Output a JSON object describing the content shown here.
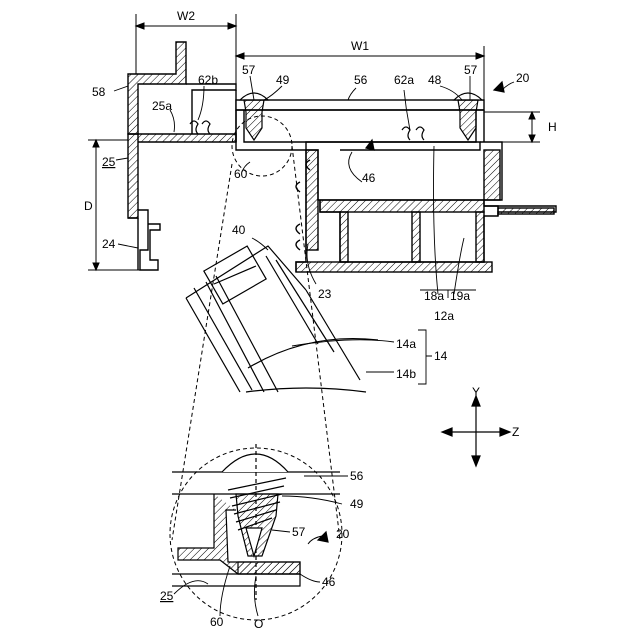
{
  "labels": {
    "W2": "W2",
    "W1": "W1",
    "H": "H",
    "D": "D",
    "n20": "20",
    "n20b": "20",
    "n58": "58",
    "n25a": "25a",
    "n62b": "62b",
    "n57a": "57",
    "n49": "49",
    "n56": "56",
    "n62a": "62a",
    "n48": "48",
    "n57b": "57",
    "n25": "25",
    "n60": "60",
    "n46": "46",
    "n24": "24",
    "n40": "40",
    "n23": "23",
    "n18a": "18a",
    "n19a": "19a",
    "n12a": "12a",
    "n14a": "14a",
    "n14b": "14b",
    "n14": "14",
    "axisY": "Y",
    "axisZ": "Z",
    "d56": "56",
    "d49": "49",
    "d57": "57",
    "d25": "25",
    "d60": "60",
    "d46": "46",
    "dO": "O"
  }
}
